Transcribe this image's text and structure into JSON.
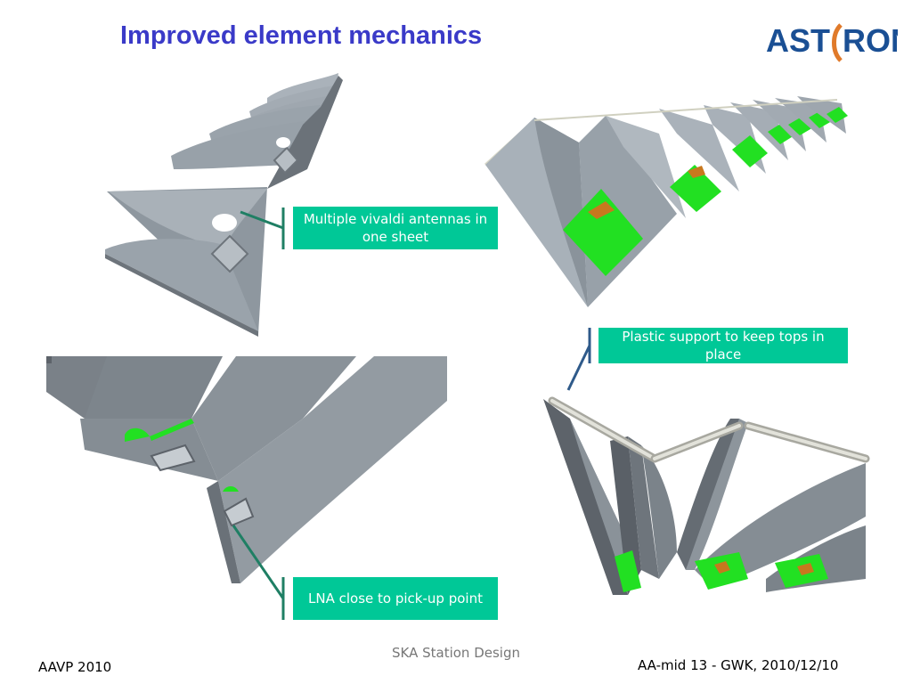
{
  "slide": {
    "title": "Improved element mechanics"
  },
  "logo": {
    "text_left": "AST",
    "text_right": "RON",
    "color": "#1a4f94",
    "accent": "#e07a2a"
  },
  "callouts": {
    "vivaldi": "Multiple vivaldi antennas in one sheet",
    "plastic": "Plastic support to keep tops in place",
    "lna": "LNA close to pick-up point"
  },
  "footer": {
    "left": "AAVP 2010",
    "center": "SKA Station Design",
    "right": "AA-mid 13 - GWK, 2010/12/10"
  },
  "colors": {
    "title": "#3a3ac8",
    "callout_bg": "#00c897",
    "callout_line": "#1f7f64",
    "metal_light": "#9aa3ab",
    "metal_dark": "#5d636a",
    "pcb_green": "#22e022",
    "pcb_orange": "#c8781e"
  }
}
